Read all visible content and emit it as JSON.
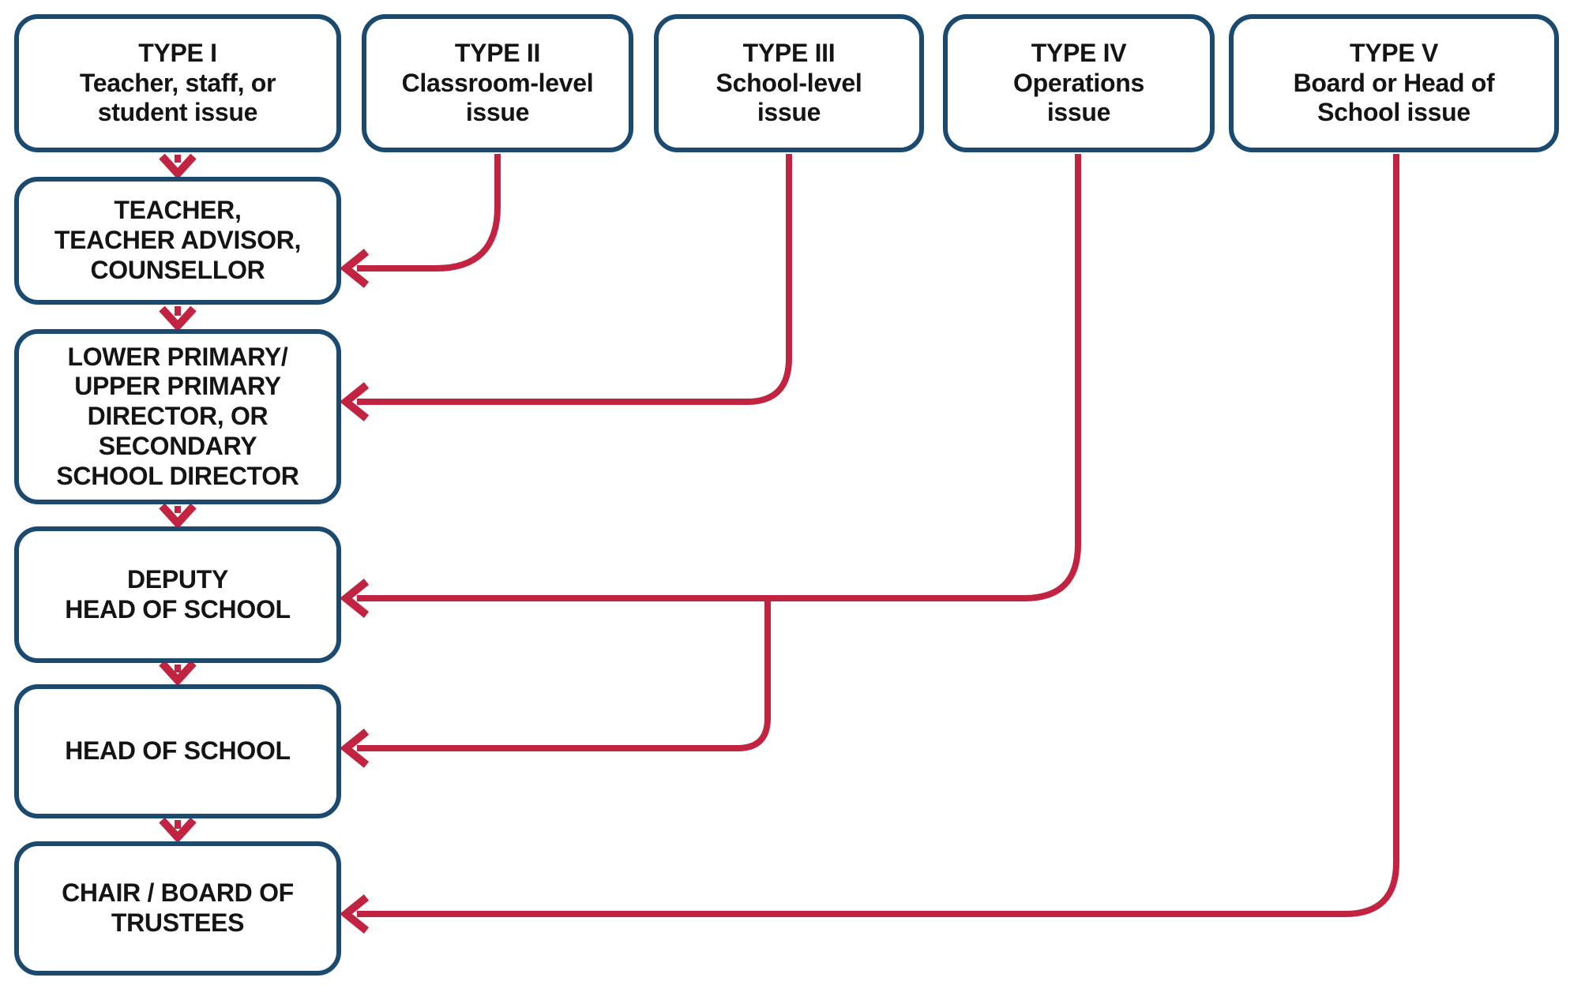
{
  "diagram": {
    "colors": {
      "box_border": "#1a4a70",
      "arrow": "#c12340",
      "text": "#141414",
      "background": "#ffffff"
    },
    "nodes": {
      "type1": {
        "label": "TYPE I\nTeacher, staff, or\nstudent issue"
      },
      "type2": {
        "label": "TYPE II\nClassroom-level\nissue"
      },
      "type3": {
        "label": "TYPE III\nSchool-level\nissue"
      },
      "type4": {
        "label": "TYPE IV\nOperations\nissue"
      },
      "type5": {
        "label": "TYPE V\nBoard or Head of\nSchool issue"
      },
      "teacher": {
        "label": "TEACHER,\nTEACHER ADVISOR,\nCOUNSELLOR"
      },
      "director": {
        "label": "LOWER PRIMARY/\nUPPER PRIMARY\nDIRECTOR, OR\nSECONDARY\nSCHOOL DIRECTOR"
      },
      "deputy": {
        "label": "DEPUTY\nHEAD OF SCHOOL"
      },
      "head": {
        "label": "HEAD OF SCHOOL"
      },
      "chair": {
        "label": "CHAIR / BOARD OF\nTRUSTEES"
      }
    },
    "connections": [
      {
        "from": "type1",
        "to": "teacher"
      },
      {
        "from": "type2",
        "to": "teacher"
      },
      {
        "from": "type3",
        "to": "director"
      },
      {
        "from": "type4",
        "to": "deputy"
      },
      {
        "from": "type4",
        "to": "head"
      },
      {
        "from": "type5",
        "to": "chair"
      },
      {
        "from": "teacher",
        "to": "director"
      },
      {
        "from": "director",
        "to": "deputy"
      },
      {
        "from": "deputy",
        "to": "head"
      },
      {
        "from": "head",
        "to": "chair"
      }
    ]
  }
}
